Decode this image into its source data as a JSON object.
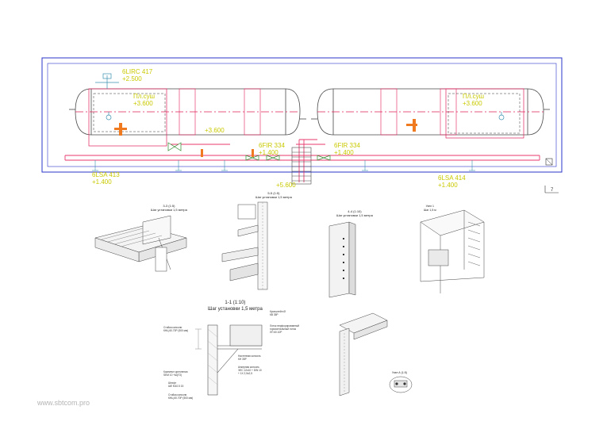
{
  "plan": {
    "tags": [
      {
        "id": "irc417",
        "line1": "6LIRC 417",
        "line2": "+2.500"
      },
      {
        "id": "plsush-left",
        "line1": "Пл.суш",
        "line2": "+3.600"
      },
      {
        "id": "plsush-right",
        "line1": "Пл.суш",
        "line2": "+3.600"
      },
      {
        "id": "elev-center",
        "line1": "+3.600",
        "line2": ""
      },
      {
        "id": "fir334-a",
        "line1": "6FIR 334",
        "line2": "+1.400"
      },
      {
        "id": "fir334-b",
        "line1": "6FIR 334",
        "line2": "+1.400"
      },
      {
        "id": "elev-stair",
        "line1": "+5.600",
        "line2": ""
      },
      {
        "id": "lsa413",
        "line1": "6LSA 413",
        "line2": "+1.400"
      },
      {
        "id": "lsa414",
        "line1": "6LSA 414",
        "line2": "+1.400"
      }
    ],
    "corner_mark": "7"
  },
  "details": {
    "d3": {
      "title": "3-3 (1:5)",
      "subtitle": "Шаг установки 1,5 метра"
    },
    "d5": {
      "title": "5-5 (1:5)",
      "subtitle": "Шаг установки 1,5 метра"
    },
    "d4": {
      "title": "4-4 (1:10)",
      "subtitle": "Шаг установки 1,5 метра"
    },
    "d_iso_note": {
      "title": "Узел 1",
      "subtitle": "Шаг 1,5 м"
    },
    "d1": {
      "title": "1-1 (1:10)",
      "subtitle": "Шаг установки 1,5 метра"
    },
    "d6_note": "Узел А (1:5)"
  },
  "callouts": {
    "d1": [
      "Стойка консоли",
      "КНЦ 60.70Р (500 мм)",
      "Кронштейн Ø",
      "КВ 35Р",
      "Лоток перфорированный",
      "горизонтальный лоток",
      "ЛП 60.10Р",
      "Настенная консоль",
      "КН 35Р",
      "Комплект крепления",
      "SEM 10 +Ш(ГО)",
      "Анкерная консоль",
      "ЭЛС 12х10 + DIN 10",
      "+ 1Х 2,5х2,5",
      "Штифт",
      "ШЕ М10.5 15",
      "Стойка консоли",
      "КНЦ 60.70Р (500 мм)"
    ]
  },
  "colors": {
    "frame": "#2a34c8",
    "vessel": "#4a4a4a",
    "centerline": "#e0205a",
    "pipe": "#e83a6c",
    "tag_text": "#c9c900",
    "valve_green": "#2e8b2e",
    "valve_cyan": "#3a8fb0",
    "instrument_orange": "#f07a20",
    "hatch": "#aaaaaa"
  },
  "watermark": "www.sbtcom.pro"
}
